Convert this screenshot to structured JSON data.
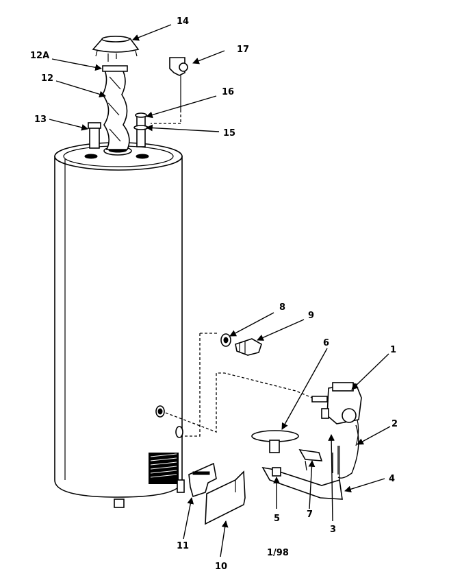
{
  "callouts": [
    {
      "id": "c1",
      "text": "1"
    },
    {
      "id": "c2",
      "text": "2"
    },
    {
      "id": "c3",
      "text": "3"
    },
    {
      "id": "c4",
      "text": "4"
    },
    {
      "id": "c5",
      "text": "5"
    },
    {
      "id": "c6",
      "text": "6"
    },
    {
      "id": "c7",
      "text": "7"
    },
    {
      "id": "c8",
      "text": "8"
    },
    {
      "id": "c9",
      "text": "9"
    },
    {
      "id": "c10",
      "text": "10"
    },
    {
      "id": "c11",
      "text": "11"
    },
    {
      "id": "c12",
      "text": "12"
    },
    {
      "id": "c12a",
      "text": "12A"
    },
    {
      "id": "c13",
      "text": "13"
    },
    {
      "id": "c14",
      "text": "14"
    },
    {
      "id": "c15",
      "text": "15"
    },
    {
      "id": "c16",
      "text": "16"
    },
    {
      "id": "c17",
      "text": "17"
    }
  ],
  "revision": "1/98"
}
